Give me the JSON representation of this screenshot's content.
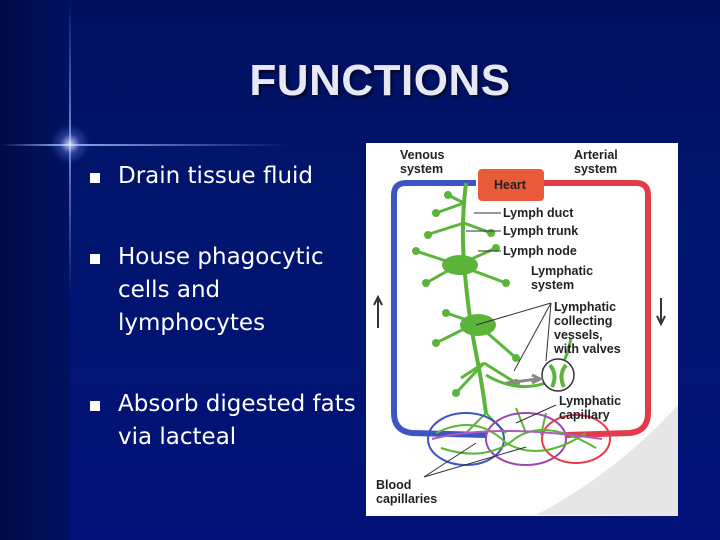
{
  "slide": {
    "title": "FUNCTIONS",
    "bullets": [
      "Drain tissue fluid",
      "House phagocytic cells and lymphocytes",
      "Absorb digested fats via lacteal"
    ]
  },
  "diagram": {
    "labels": {
      "venous_1": "Venous",
      "venous_2": "system",
      "arterial_1": "Arterial",
      "arterial_2": "system",
      "heart": "Heart",
      "lymph_duct": "Lymph duct",
      "lymph_trunk": "Lymph trunk",
      "lymph_node": "Lymph node",
      "lymphatic_system_1": "Lymphatic",
      "lymphatic_system_2": "system",
      "collecting_1": "Lymphatic",
      "collecting_2": "collecting",
      "collecting_3": "vessels,",
      "collecting_4": "with valves",
      "capillary_1": "Lymphatic",
      "capillary_2": "capillary",
      "blood_cap_1": "Blood",
      "blood_cap_2": "capillaries"
    },
    "colors": {
      "venous": "#3d55c4",
      "arterial": "#e23b4c",
      "lymph": "#5cb43a",
      "heart": "#e85a3a"
    }
  }
}
